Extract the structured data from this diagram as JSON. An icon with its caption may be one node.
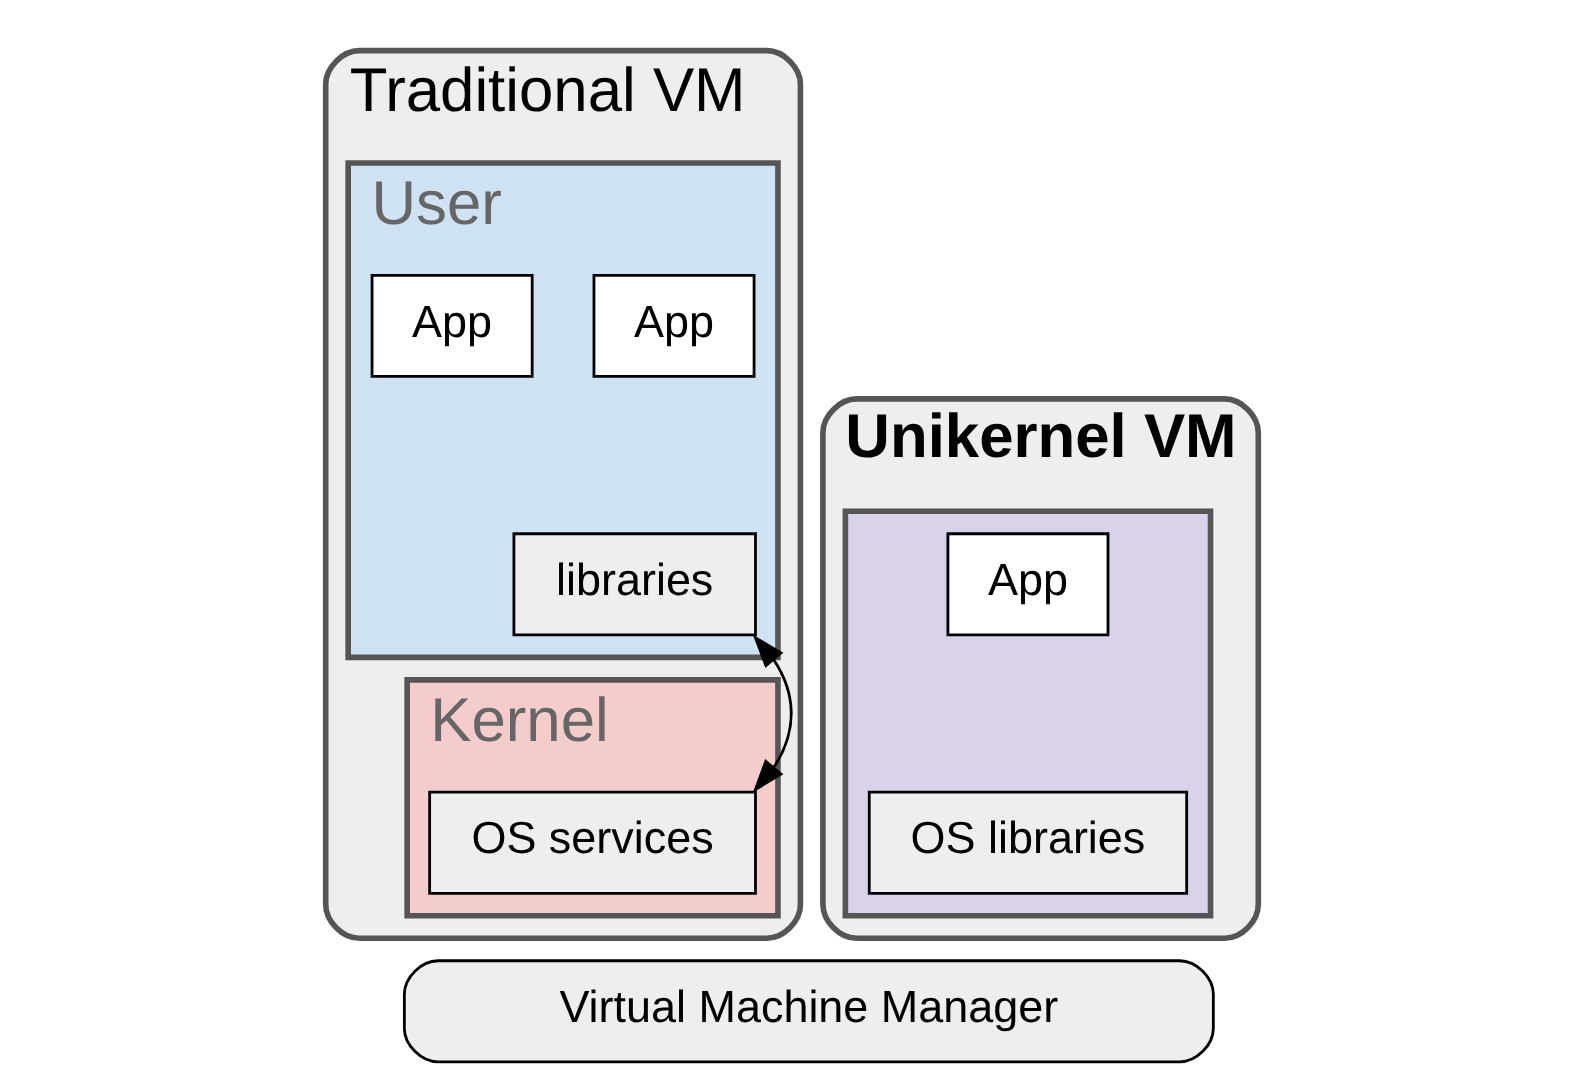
{
  "diagram": {
    "nodes": [
      {
        "text": [
          "Traditional VM"
        ]
      },
      {
        "text": [
          "User"
        ],
        "in": 0
      },
      {
        "text": [
          "App"
        ],
        "in": 1
      },
      {
        "text": [
          "App"
        ],
        "in": 1
      },
      {
        "text": [
          "libraries"
        ],
        "in": 1
      },
      {
        "text": [
          "Kernel"
        ],
        "in": 0
      },
      {
        "text": [
          "OS services"
        ],
        "in": 5
      },
      {
        "text": [
          "Unikernel VM"
        ]
      },
      {
        "text": [],
        "shape": "box",
        "in": 7
      },
      {
        "text": [
          "App"
        ],
        "in": 8
      },
      {
        "text": [
          "OS libraries"
        ],
        "in": 8
      },
      {
        "text": [
          "Virtual Machine Manager"
        ]
      }
    ],
    "edges": [
      {
        "from": 4,
        "to": 6,
        "arrow": "both"
      }
    ]
  }
}
